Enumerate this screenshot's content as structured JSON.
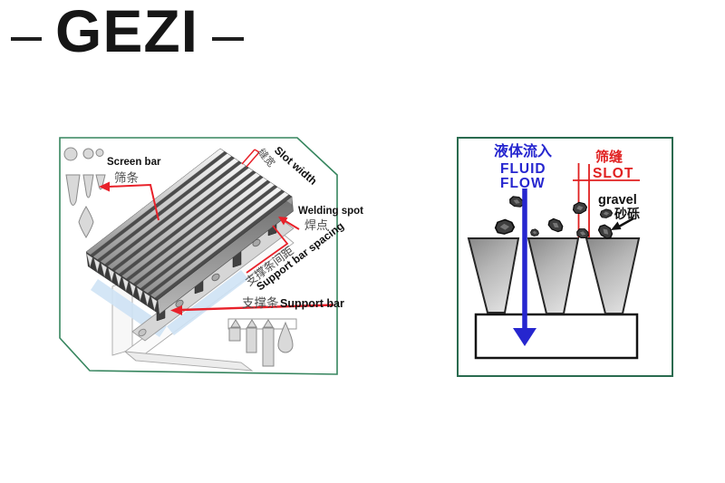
{
  "logo": {
    "text": "GEZI"
  },
  "left_diagram": {
    "title_meaning": "wedge wire screen panel construction",
    "labels": {
      "screen_bar_en": "Screen bar",
      "screen_bar_zh": "筛条",
      "slot_width_zh": "缝宽",
      "slot_width_en": "Slot width",
      "welding_spot_en": "Welding spot",
      "welding_spot_zh": "焊点",
      "support_bar_spacing_zh": "支撑条间距",
      "support_bar_spacing_en": "Support bar spacing",
      "support_bar_zh": "支撑条",
      "support_bar_en": "Support bar"
    },
    "colors": {
      "border_green": "#36855e",
      "annotation_red": "#e8212a",
      "tint_blue": "#cfe3f5",
      "metal_gray": "#9a9a9a"
    }
  },
  "right_diagram": {
    "title_meaning": "fluid flow through screen slots",
    "labels": {
      "fluid_flow_zh": "液体流入",
      "fluid_line1": "FLUID",
      "fluid_line2": "FLOW",
      "slot_zh": "筛缝",
      "slot_en": "SLOT",
      "gravel_en": "gravel",
      "gravel_zh": "砂砾"
    },
    "colors": {
      "border_green": "#2a6b4f",
      "flow_blue": "#2626cf",
      "slot_red": "#e02020",
      "gravel_dark": "#3d3d3d"
    }
  }
}
